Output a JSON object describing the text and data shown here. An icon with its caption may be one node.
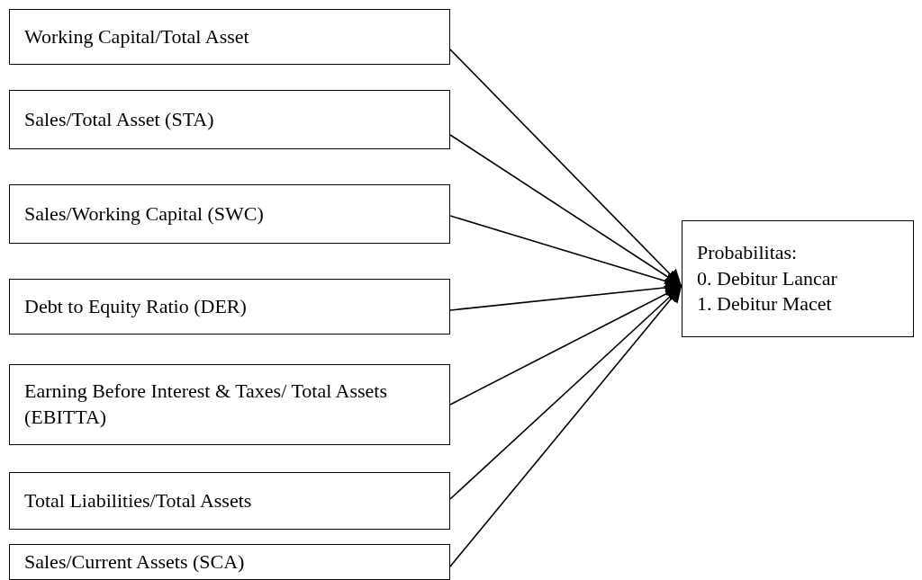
{
  "diagram": {
    "nodes": [
      {
        "text": [
          "Working Capital/Total Asset"
        ]
      },
      {
        "text": [
          "Sales/Total Asset (STA)"
        ]
      },
      {
        "text": [
          "Sales/Working Capital (SWC)"
        ]
      },
      {
        "text": [
          "Debt to Equity Ratio (DER)"
        ]
      },
      {
        "text": [
          "Earning Before Interest & Taxes/ Total Assets (EBITTA)"
        ]
      },
      {
        "text": [
          "Total Liabilities/Total Assets"
        ]
      },
      {
        "text": [
          "Sales/Current Assets (SCA)"
        ]
      },
      {
        "text": [
          "Probabilitas:",
          "0. Debitur Lancar",
          "1. Debitur Macet"
        ]
      }
    ],
    "edges": [
      {
        "from": 0,
        "to": 7,
        "arrow": "to"
      },
      {
        "from": 1,
        "to": 7,
        "arrow": "to"
      },
      {
        "from": 2,
        "to": 7,
        "arrow": "to"
      },
      {
        "from": 3,
        "to": 7,
        "arrow": "to"
      },
      {
        "from": 4,
        "to": 7,
        "arrow": "to"
      },
      {
        "from": 5,
        "to": 7,
        "arrow": "to"
      },
      {
        "from": 6,
        "to": 7,
        "arrow": "to"
      }
    ]
  }
}
